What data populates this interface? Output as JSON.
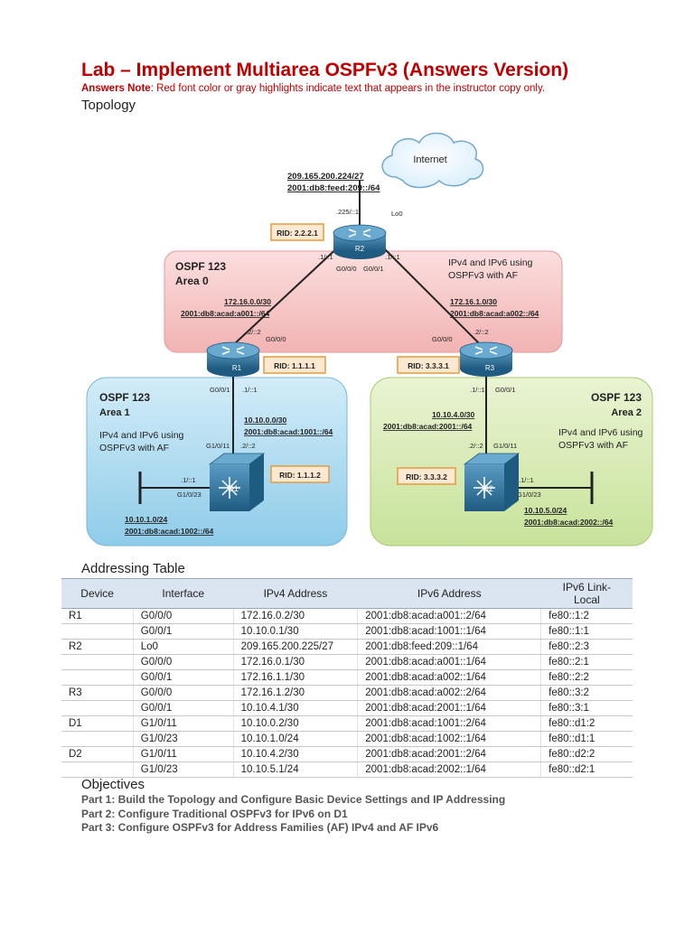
{
  "header": {
    "title": "Lab – Implement Multiarea OSPFv3 (Answers Version)",
    "note_label": "Answers Note",
    "note_text": ": Red font color or gray highlights indicate text that appears in the instructor copy only."
  },
  "topology": {
    "heading": "Topology",
    "cloud_label": "Internet",
    "r2_net_v4": "209.165.200.224/27",
    "r2_net_v6": "2001:db8:feed:209::/64",
    "r2_lo_addr": ".225/::1",
    "r2_lo_if": "Lo0",
    "rid_r2": "RID: 2.2.2.1",
    "rid_r1": "RID: 1.1.1.1",
    "rid_r3": "RID: 3.3.3.1",
    "rid_d1": "RID: 1.1.1.2",
    "rid_d2": "RID: 3.3.3.2",
    "area0_title": "OSPF 123",
    "area0_sub": "Area 0",
    "area0_note1": "IPv4 and IPv6 using",
    "area0_note2": "OSPFv3 with AF",
    "area1_title": "OSPF 123",
    "area1_sub": "Area 1",
    "area1_note1": "IPv4 and IPv6 using",
    "area1_note2": "OSPFv3 with AF",
    "area2_title": "OSPF 123",
    "area2_sub": "Area 2",
    "area2_note1": "IPv4 and IPv6 using",
    "area2_note2": "OSPFv3 with AF",
    "link_r1r2_v4": "172.16.0.0/30",
    "link_r1r2_v6": "2001:db8:acad:a001::/64",
    "link_r2r3_v4": "172.16.1.0/30",
    "link_r2r3_v6": "2001:db8:acad:a002::/64",
    "link_r1d1_v4": "10.10.0.0/30",
    "link_r1d1_v6": "2001:db8:acad:1001::/64",
    "link_r3d2_v4": "10.10.4.0/30",
    "link_r3d2_v6": "2001:db8:acad:2001::/64",
    "lan_d1_v4": "10.10.1.0/24",
    "lan_d1_v6": "2001:db8:acad:1002::/64",
    "lan_d2_v4": "10.10.5.0/24",
    "lan_d2_v6": "2001:db8:acad:2002::/64",
    "r2_left_addr": ".1/::1",
    "r2_right_addr": ".1/::1",
    "r2_g000": "G0/0/0",
    "r2_g001": "G0/0/1",
    "r1_up_addr": ".2/::2",
    "r1_up_if": "G0/0/0",
    "r1_down_if": "G0/0/1",
    "r1_down_addr": ".1/::1",
    "r3_up_if": "G0/0/0",
    "r3_up_addr": ".2/::2",
    "r3_down_addr": ".1/::1",
    "r3_down_if": "G0/0/1",
    "d1_up_if": "G1/0/11",
    "d1_up_addr": ".2/::2",
    "d1_lan_addr": ".1/::1",
    "d1_lan_if": "G1/0/23",
    "d2_up_addr": ".2/::2",
    "d2_up_if": "G1/0/11",
    "d2_lan_addr": ".1/::1",
    "d2_lan_if": "G1/0/23",
    "r1_label": "R1",
    "r2_label": "R2",
    "r3_label": "R3",
    "d1_label": "D1",
    "d2_label": "D2"
  },
  "addressing": {
    "heading": "Addressing Table",
    "columns": [
      "Device",
      "Interface",
      "IPv4 Address",
      "IPv6 Address",
      "IPv6 Link-\nLocal"
    ],
    "rows": [
      [
        "R1",
        "G0/0/0",
        "172.16.0.2/30",
        "2001:db8:acad:a001::2/64",
        "fe80::1:2"
      ],
      [
        "",
        "G0/0/1",
        "10.10.0.1/30",
        "2001:db8:acad:1001::1/64",
        "fe80::1:1"
      ],
      [
        "R2",
        "Lo0",
        "209.165.200.225/27",
        "2001:db8:feed:209::1/64",
        "fe80::2:3"
      ],
      [
        "",
        "G0/0/0",
        "172.16.0.1/30",
        "2001:db8:acad:a001::1/64",
        "fe80::2:1"
      ],
      [
        "",
        "G0/0/1",
        "172.16.1.1/30",
        "2001:db8:acad:a002::1/64",
        "fe80::2:2"
      ],
      [
        "R3",
        "G0/0/0",
        "172.16.1.2/30",
        "2001:db8:acad:a002::2/64",
        "fe80::3:2"
      ],
      [
        "",
        "G0/0/1",
        "10.10.4.1/30",
        "2001:db8:acad:2001::1/64",
        "fe80::3:1"
      ],
      [
        "D1",
        "G1/0/11",
        "10.10.0.2/30",
        "2001:db8:acad:1001::2/64",
        "fe80::d1:2"
      ],
      [
        "",
        "G1/0/23",
        "10.10.1.0/24",
        "2001:db8:acad:1002::1/64",
        "fe80::d1:1"
      ],
      [
        "D2",
        "G1/0/11",
        "10.10.4.2/30",
        "2001:db8:acad:2001::2/64",
        "fe80::d2:2"
      ],
      [
        "",
        "G1/0/23",
        "10.10.5.1/24",
        "2001:db8:acad:2002::1/64",
        "fe80::d2:1"
      ]
    ]
  },
  "objectives": {
    "heading": "Objectives",
    "items": [
      "Part 1: Build the Topology and Configure Basic Device Settings and IP Addressing",
      "Part 2: Configure Traditional OSPFv3 for IPv6 on D1",
      "Part 3: Configure OSPFv3 for Address Families (AF) IPv4 and AF IPv6"
    ]
  },
  "colors": {
    "title_red": "#c00000",
    "area0_fill": "#f6c2c2",
    "area1_fill": "#a9d9ef",
    "area2_fill": "#d6eab0",
    "rid_fill": "#fde9d2",
    "rid_border": "#e49a3f",
    "router_blue": "#2f6f96",
    "table_header": "#dbe5f1"
  }
}
